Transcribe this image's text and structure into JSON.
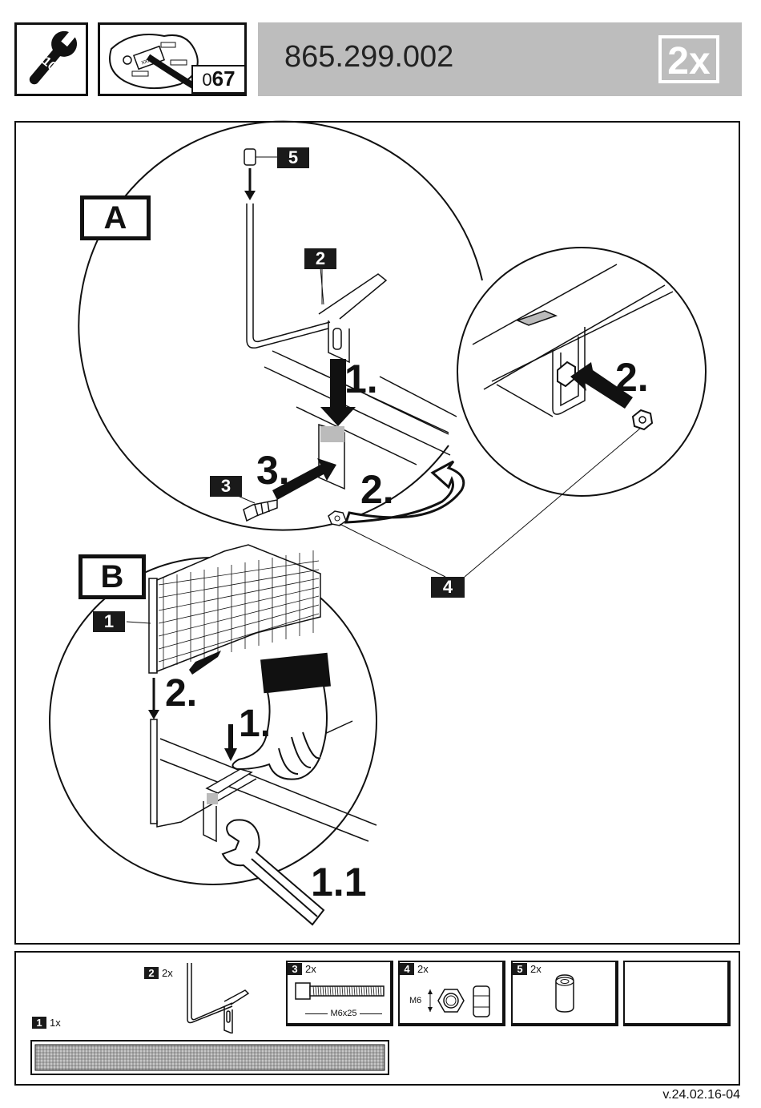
{
  "header": {
    "tool_icon": "wrench-10-icon",
    "bag_code_prefix": "0",
    "bag_code": "67",
    "bag_label": "xxxx",
    "part_code": "865.299.002",
    "quantity": "2x"
  },
  "figure_a": {
    "letter": "A",
    "labels": {
      "p5": "5",
      "p2": "2",
      "p3": "3"
    },
    "steps": {
      "s1": "1.",
      "s2": "2.",
      "s3": "3.",
      "detail_s2": "2."
    }
  },
  "figure_b": {
    "letter": "B",
    "labels": {
      "p1": "1"
    },
    "steps": {
      "s2": "2.",
      "s1": "1.",
      "s11": "1.1"
    }
  },
  "shared_label": "4",
  "parts": {
    "p1": {
      "num": "1",
      "qty": "1x"
    },
    "p2": {
      "num": "2",
      "qty": "2x"
    },
    "p3": {
      "num": "3",
      "qty": "2x",
      "size": "M6x25"
    },
    "p4": {
      "num": "4",
      "qty": "2x",
      "size": "M6"
    },
    "p5": {
      "num": "5",
      "qty": "2x"
    }
  },
  "version": "v.24.02.16-04"
}
